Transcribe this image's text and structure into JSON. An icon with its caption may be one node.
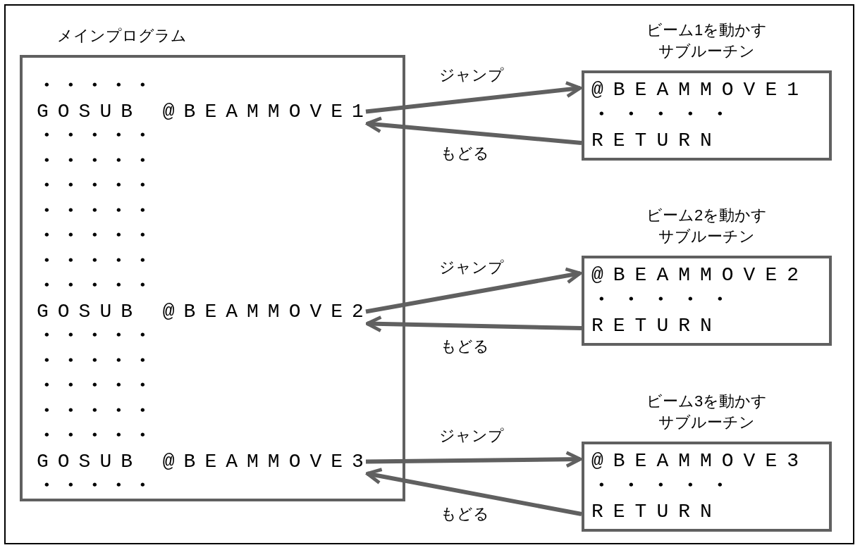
{
  "diagram": {
    "nodes": [
      {
        "text": [
          "メインプログラム"
        ]
      },
      {
        "text": [
          "GOSUB @BEAMMOVE1"
        ],
        "in": 0
      },
      {
        "text": [
          "GOSUB @BEAMMOVE2"
        ],
        "in": 0
      },
      {
        "text": [
          "GOSUB @BEAMMOVE3"
        ],
        "in": 0
      },
      {
        "text": [
          "ビーム1を動かすサブルーチン",
          "@BEAMMOVE1",
          "・・・・・",
          "RETURN"
        ]
      },
      {
        "text": [
          "ビーム2を動かすサブルーチン",
          "@BEAMMOVE2",
          "・・・・・",
          "RETURN"
        ]
      },
      {
        "text": [
          "ビーム3を動かすサブルーチン",
          "@BEAMMOVE3",
          "・・・・・",
          "RETURN"
        ]
      }
    ],
    "edges": [
      {
        "from": 1,
        "to": 4,
        "arrow": "to",
        "label": "ジャンプ"
      },
      {
        "from": 4,
        "to": 1,
        "arrow": "to",
        "label": "もどる"
      },
      {
        "from": 2,
        "to": 5,
        "arrow": "to",
        "label": "ジャンプ"
      },
      {
        "from": 5,
        "to": 2,
        "arrow": "to",
        "label": "もどる"
      },
      {
        "from": 3,
        "to": 6,
        "arrow": "to",
        "label": "ジャンプ"
      },
      {
        "from": 6,
        "to": 3,
        "arrow": "to",
        "label": "もどる"
      }
    ],
    "labels": [
      "・・・・・",
      "・・・・・",
      "・・・・・",
      "・・・・・",
      "・・・・・",
      "・・・・・",
      "・・・・・",
      "・・・・・",
      "・・・・・",
      "・・・・・",
      "・・・・・",
      "・・・・・",
      "・・・・・",
      "・・・・・"
    ]
  }
}
